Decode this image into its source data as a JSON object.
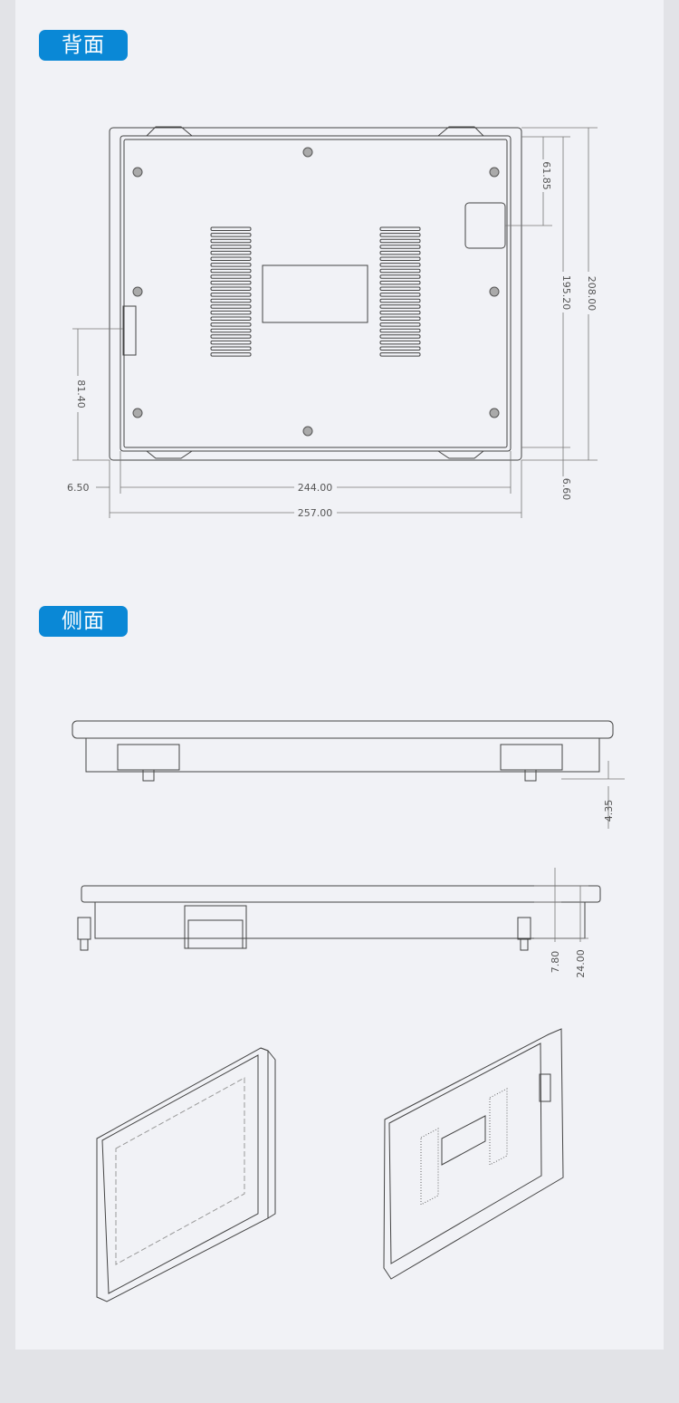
{
  "sections": {
    "back": "背面",
    "side": "侧面"
  },
  "back_dims": {
    "d1": "61.85",
    "d2": "195.20",
    "d3": "208.00",
    "d4": "81.40",
    "d5": "6.50",
    "d6": "244.00",
    "d7": "257.00",
    "d8": "6.60"
  },
  "side_dims": {
    "d1": "4.35",
    "d2": "7.80",
    "d3": "24.00"
  },
  "colors": {
    "badge": "#0a88d6",
    "line": "#444444"
  }
}
